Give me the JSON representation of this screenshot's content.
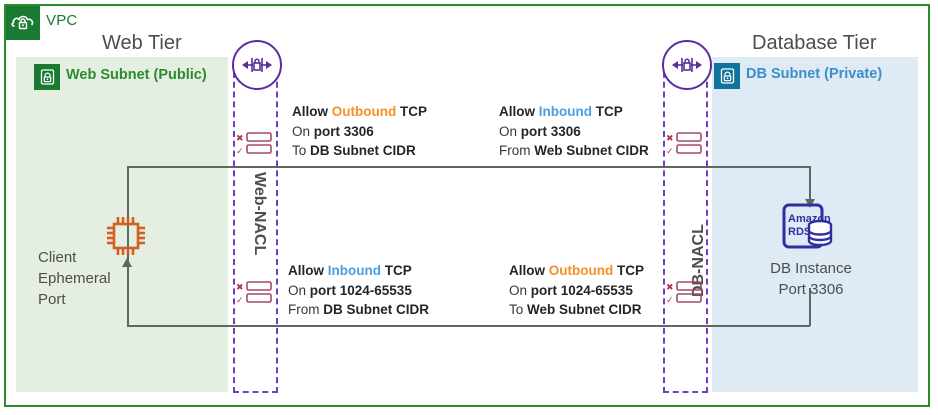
{
  "vpc": {
    "title": "VPC",
    "badge_icon": "vpc-cloud-lock-icon",
    "border_color": "#2d8a2d",
    "title_color": "#1a7a32"
  },
  "tiers": {
    "web": {
      "title": "Web Tier"
    },
    "db": {
      "title": "Database Tier"
    }
  },
  "subnets": {
    "web": {
      "label": "Web Subnet (Public)",
      "badge_icon": "lock-icon",
      "badge_color": "#1a7a32",
      "fill": "#e4efe2",
      "text_color": "#2d8a2d"
    },
    "db": {
      "label": "DB Subnet (Private)",
      "badge_icon": "lock-icon",
      "badge_color": "#12729e",
      "fill": "#deeaf4",
      "text_color": "#3d8fc7"
    }
  },
  "nacls": {
    "web": {
      "label": "Web-NACL",
      "icon": "network-acl-icon",
      "border_color": "#6f3fbf",
      "rule_icon": "acl-rules-allow-deny-icon"
    },
    "db": {
      "label": "DB-NACL",
      "icon": "network-acl-icon",
      "border_color": "#6f3fbf",
      "rule_icon": "acl-rules-allow-deny-icon"
    }
  },
  "rules": [
    {
      "id": "web-outbound",
      "line1_prefix": "Allow ",
      "line1_direction": "Outbound",
      "line1_suffix": " TCP",
      "direction_type": "outbound",
      "line2_prefix": "On ",
      "line2_value": "port 3306",
      "line3_prefix": "To ",
      "line3_value": "DB Subnet CIDR"
    },
    {
      "id": "db-inbound",
      "line1_prefix": "Allow ",
      "line1_direction": "Inbound",
      "line1_suffix": " TCP",
      "direction_type": "inbound",
      "line2_prefix": "On ",
      "line2_value": "port 3306",
      "line3_prefix": "From ",
      "line3_value": "Web Subnet CIDR"
    },
    {
      "id": "web-inbound",
      "line1_prefix": "Allow ",
      "line1_direction": "Inbound",
      "line1_suffix": " TCP",
      "direction_type": "inbound",
      "line2_prefix": "On ",
      "line2_value": "port 1024-65535",
      "line3_prefix": "From ",
      "line3_value": "DB Subnet CIDR"
    },
    {
      "id": "db-outbound",
      "line1_prefix": "Allow ",
      "line1_direction": "Outbound",
      "line1_suffix": " TCP",
      "direction_type": "outbound",
      "line2_prefix": "On ",
      "line2_value": "port 1024-65535",
      "line3_prefix": "To ",
      "line3_value": "Web Subnet CIDR"
    }
  ],
  "client": {
    "icon": "cpu-chip-icon",
    "icon_color": "#d4601f",
    "label_line1": "Client",
    "label_line2": "Ephemeral",
    "label_line3": "Port"
  },
  "rds": {
    "icon": "amazon-rds-icon",
    "icon_text_line1": "Amazon",
    "icon_text_line2": "RDS",
    "icon_color": "#2f2fa0",
    "label_line1": "DB Instance",
    "label_line2": "Port 3306"
  },
  "colors": {
    "outbound": "#f59023",
    "inbound": "#4a9fe0",
    "connector": "#5a6a63",
    "nacl_purple": "#6f3fbf"
  }
}
